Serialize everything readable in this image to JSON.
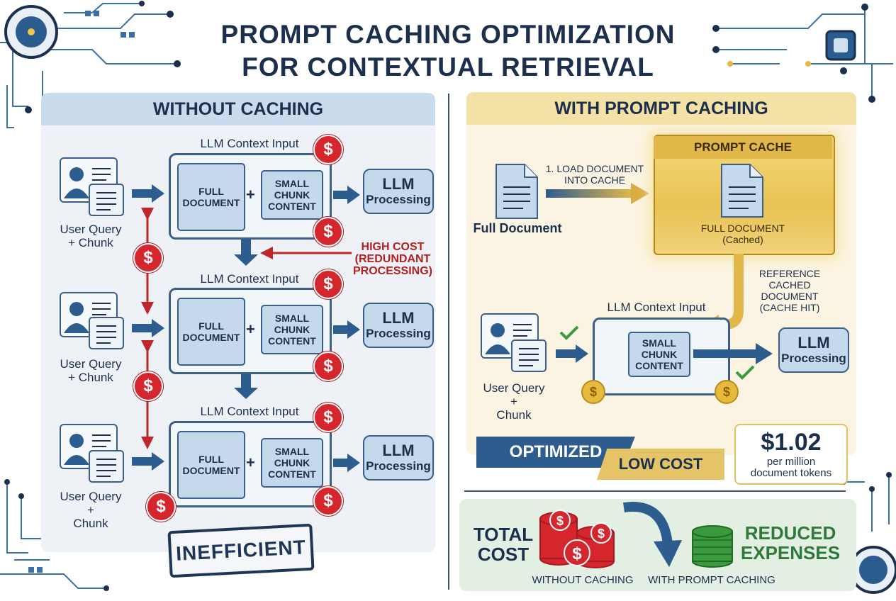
{
  "title": [
    "PROMPT CACHING OPTIMIZATION",
    "FOR CONTEXTUAL RETRIEVAL"
  ],
  "left": {
    "heading": "WITHOUT CACHING",
    "rows": [
      {
        "user_label": "User Query\n+ Chunk",
        "ctx_label": "LLM Context Input"
      },
      {
        "user_label": "User Query\n+ Chunk",
        "ctx_label": "LLM Context Input"
      },
      {
        "user_label": "User Query\n+\nChunk",
        "ctx_label": "LLM Context Input"
      }
    ],
    "full_document": "FULL\nDOCUMENT",
    "small_chunk": "SMALL\nCHUNK\nCONTENT",
    "plus": "+",
    "llm_line1": "LLM",
    "llm_line2": "Processing",
    "high_cost": "HIGH COST\n(REDUNDANT\nPROCESSING)",
    "stamp": "INEFFICIENT",
    "coin_symbol": "$"
  },
  "right": {
    "heading": "WITH PROMPT CACHING",
    "full_document_label": "Full Document",
    "load_label": "1. LOAD DOCUMENT\nINTO CACHE",
    "cache_title": "PROMPT CACHE",
    "cached_doc_label": "FULL DOCUMENT\n(Cached)",
    "reference_label": "REFERENCE\nCACHED\nDOCUMENT\n(CACHE HIT)",
    "ctx_label": "LLM Context Input",
    "small_chunk": "SMALL\nCHUNK\nCONTENT",
    "user_label": "User Query\n+\nChunk",
    "llm_line1": "LLM",
    "llm_line2": "Processing",
    "optimized": "OPTIMIZED",
    "low_cost": "LOW COST",
    "price": "$1.02",
    "price_sub": "per million\ndocument tokens"
  },
  "cost": {
    "total_cost": "TOTAL\nCOST",
    "without": "WITHOUT CACHING",
    "with": "WITH PROMPT CACHING",
    "reduced": "REDUCED\nEXPENSES"
  },
  "colors": {
    "navy": "#1c2f4d",
    "red": "#d6262d",
    "gold": "#e7b93c",
    "green": "#2f7a3a",
    "blue": "#3d6fa3"
  }
}
